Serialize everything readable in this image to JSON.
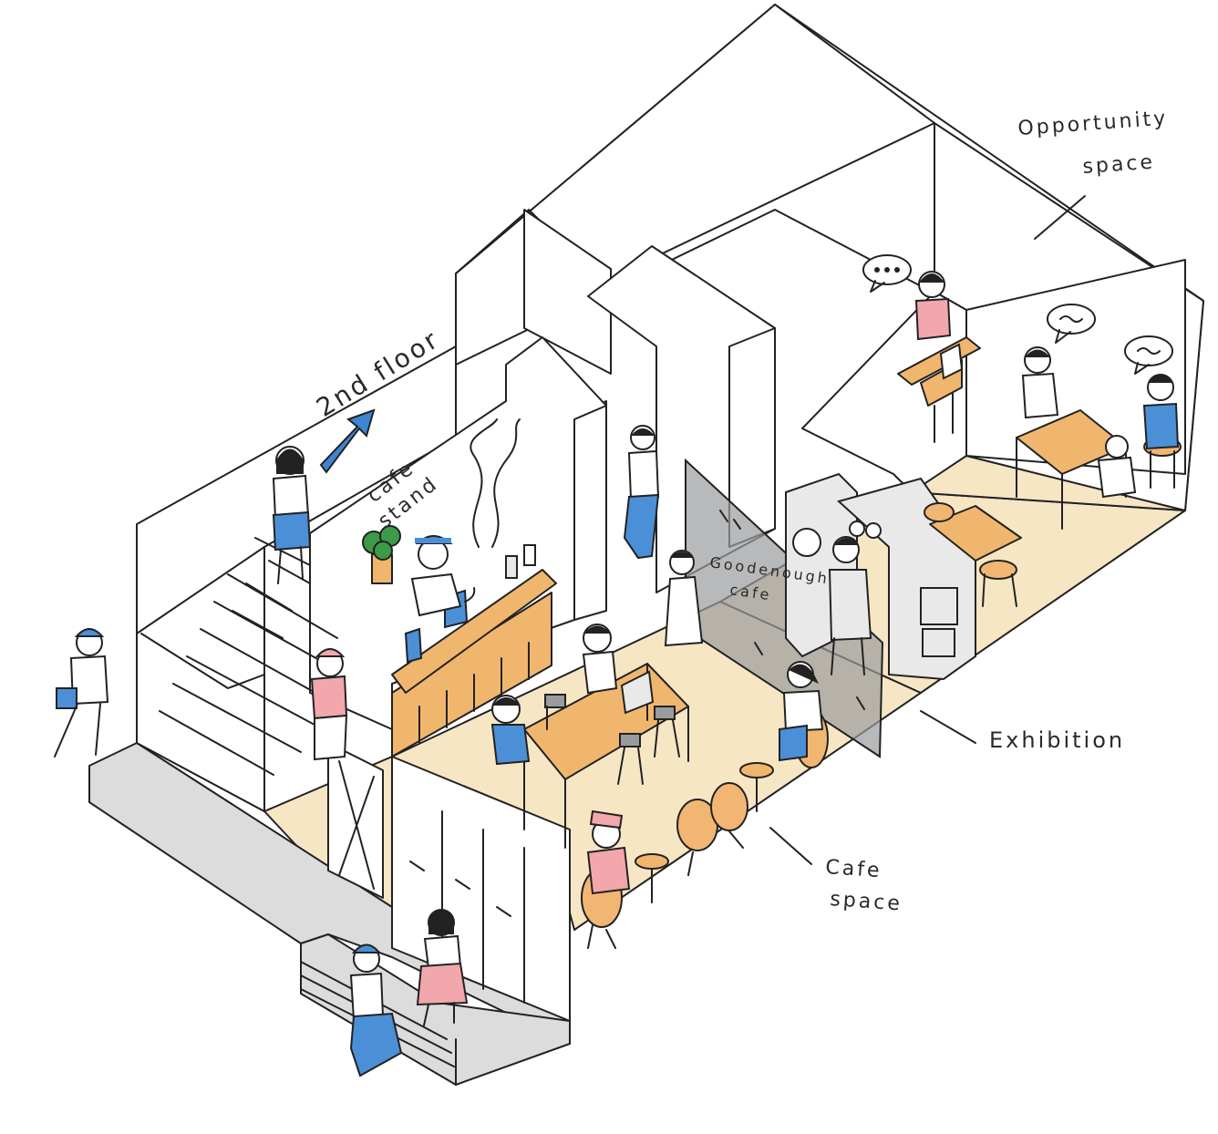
{
  "labels": {
    "second_floor": "2nd floor",
    "cafe_stand_line1": "cafe",
    "cafe_stand_line2": "stand",
    "goodenough_line1": "Goodenough",
    "goodenough_line2": "cafe",
    "opportunity_line1": "Opportunity",
    "opportunity_line2": "space",
    "exhibition": "Exhibition",
    "cafe_space_line1": "Cafe",
    "cafe_space_line2": "space"
  },
  "colors": {
    "floor": "#f7e6c4",
    "pavement": "#dcdcdd",
    "wood": "#f0b66e",
    "chair": "#f2b673",
    "blue": "#4b8fd6",
    "pink": "#f1a7ac",
    "glass": "#9a9b9e",
    "arrow": "#3f86d2"
  },
  "icons": [
    "up-right-arrow-icon",
    "speech-bubble-icon",
    "plant-icon",
    "laptop-icon",
    "coffee-kettle-icon",
    "steam-icon"
  ]
}
